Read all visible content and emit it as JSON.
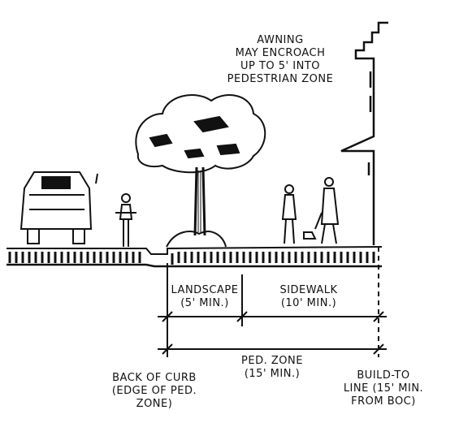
{
  "annotations": {
    "awning": [
      "AWNING",
      "MAY ENCROACH",
      "UP TO 5' INTO",
      "PEDESTRIAN ZONE"
    ],
    "landscape": [
      "LANDSCAPE",
      "(5' MIN.)"
    ],
    "sidewalk": [
      "SIDEWALK",
      "(10' MIN.)"
    ],
    "ped_zone": [
      "PED. ZONE",
      "(15' MIN.)"
    ],
    "back_of_curb": [
      "BACK OF CURB",
      "(EDGE OF PED.",
      "ZONE)"
    ],
    "build_to": [
      "BUILD-TO",
      "LINE (15' MIN.",
      "FROM BOC)"
    ]
  },
  "colors": {
    "ink": "#111111",
    "paper": "#ffffff"
  }
}
